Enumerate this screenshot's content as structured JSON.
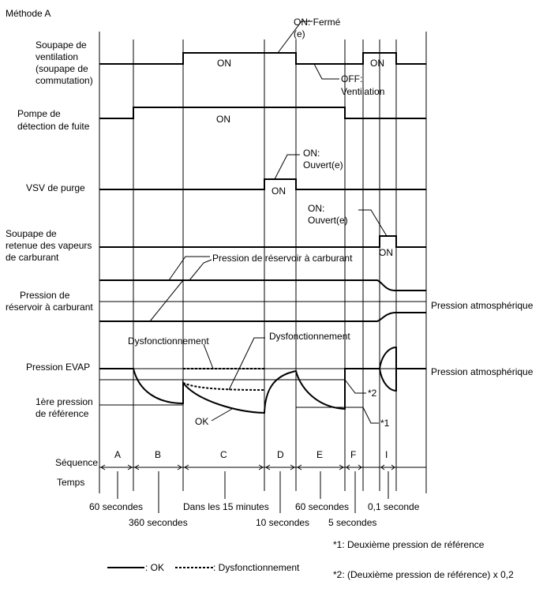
{
  "title": "Méthode A",
  "rows": {
    "vent_valve": [
      "Soupape de",
      "ventilation",
      "(soupape de",
      "commutation)"
    ],
    "leak_pump": [
      "Pompe de",
      "détection de fuite"
    ],
    "purge_vsv": [
      "VSV de purge"
    ],
    "cutoff_valve": [
      "Soupape de",
      "retenue des vapeurs",
      "de carburant"
    ],
    "tank_pressure": [
      "Pression de",
      "réservoir à carburant"
    ],
    "evap_pressure": [
      "Pression EVAP"
    ],
    "first_ref": [
      "1ère pression",
      "de référence"
    ]
  },
  "annotations": {
    "on": "ON",
    "on_closed": [
      "ON: Fermé",
      "(e)"
    ],
    "off_vent": [
      "OFF:",
      "Ventilation"
    ],
    "on_open_purge": [
      "ON:",
      "Ouvert(e)"
    ],
    "on_open_cutoff": [
      "ON:",
      "Ouvert(e)"
    ],
    "tank_pressure_callout": "Pression de réservoir à carburant",
    "atmospheric_1": "Pression atmosphérique",
    "atmospheric_2": "Pression atmosphérique",
    "malfunction_1": "Dysfonctionnement",
    "malfunction_2": "Dysfonctionnement",
    "ok": "OK",
    "star2": "*2",
    "star1": "*1"
  },
  "sequence": {
    "label": "Séquence",
    "time_label": "Temps",
    "steps": [
      "A",
      "B",
      "C",
      "D",
      "E",
      "F",
      "I"
    ],
    "durations": [
      "60 secondes",
      "360 secondes",
      "Dans les 15 minutes",
      "10 secondes",
      "60 secondes",
      "5 secondes",
      "0,1 seconde"
    ]
  },
  "legend": {
    "ok": ": OK",
    "malfunction": ": Dysfonctionnement",
    "note1": "*1: Deuxième pression de référence",
    "note2": "*2: (Deuxième pression de référence) x 0,2"
  }
}
